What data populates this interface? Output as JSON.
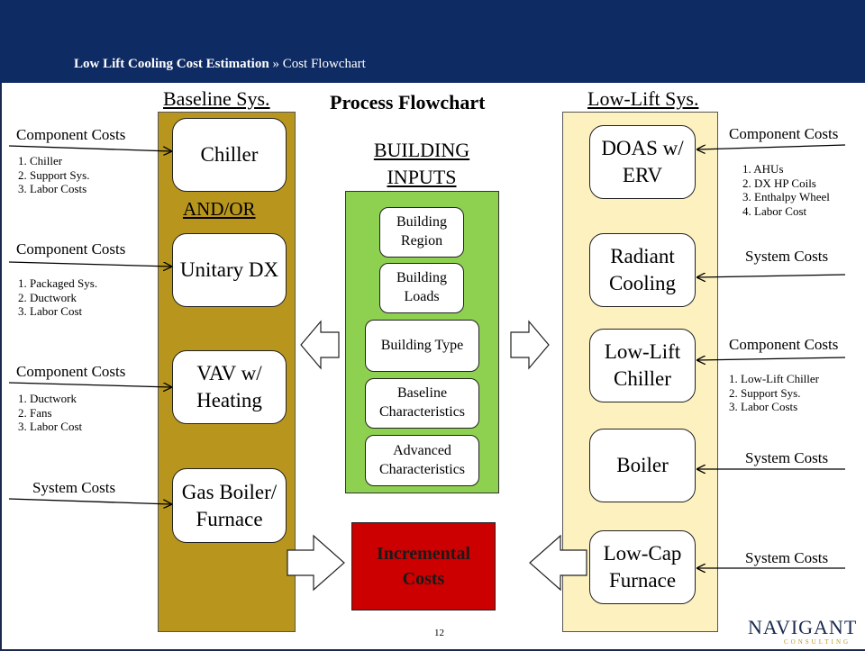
{
  "header": {
    "title_bold": "Low Lift Cooling Cost Estimation",
    "separator": " » ",
    "subtitle": "Cost Flowchart"
  },
  "baseline": {
    "title": "Baseline Sys.",
    "and_or": "AND/OR",
    "nodes": [
      "Chiller",
      "Unitary DX",
      "VAV w/ Heating",
      "Gas Boiler/ Furnace"
    ]
  },
  "center": {
    "title": "Process Flowchart",
    "inputs_title_line1": "BUILDING",
    "inputs_title_line2": "INPUTS",
    "inputs": [
      "Building Region",
      "Building Loads",
      "Building Type",
      "Baseline Characteristics",
      "Advanced Characteristics"
    ],
    "incremental": "Incremental Costs"
  },
  "lowlift": {
    "title": "Low-Lift Sys.",
    "nodes": [
      "DOAS w/ ERV",
      "Radiant Cooling",
      "Low-Lift Chiller",
      "Boiler",
      "Low-Cap Furnace"
    ]
  },
  "left_costs": [
    {
      "label": "Component Costs",
      "items": [
        "1.  Chiller",
        "2.  Support Sys.",
        "3.  Labor Costs"
      ]
    },
    {
      "label": "Component Costs",
      "items": [
        "1.  Packaged Sys.",
        "2.  Ductwork",
        "3.  Labor Cost"
      ]
    },
    {
      "label": "Component Costs",
      "items": [
        "1.  Ductwork",
        "2.  Fans",
        "3.  Labor Cost"
      ]
    },
    {
      "label": "System Costs",
      "items": []
    }
  ],
  "right_costs": [
    {
      "label": "Component Costs",
      "items": [
        "1.  AHUs",
        "2.  DX HP Coils",
        "3.  Enthalpy Wheel",
        "4.  Labor Cost"
      ]
    },
    {
      "label": "System Costs",
      "items": []
    },
    {
      "label": "Component Costs",
      "items": [
        "1.  Low-Lift Chiller",
        "2.  Support Sys.",
        "3.  Labor Costs"
      ]
    },
    {
      "label": "System Costs",
      "items": []
    },
    {
      "label": "System Costs",
      "items": []
    }
  ],
  "footer": {
    "page": "12",
    "logo": "NAVIGANT",
    "logo_sub": "CONSULTING"
  },
  "colors": {
    "banner": "#0f2b63",
    "baseline_fill": "#b8961e",
    "lowlift_fill": "#fdf1c0",
    "inputs_fill": "#8ed04f",
    "incremental_fill": "#cc0000"
  }
}
